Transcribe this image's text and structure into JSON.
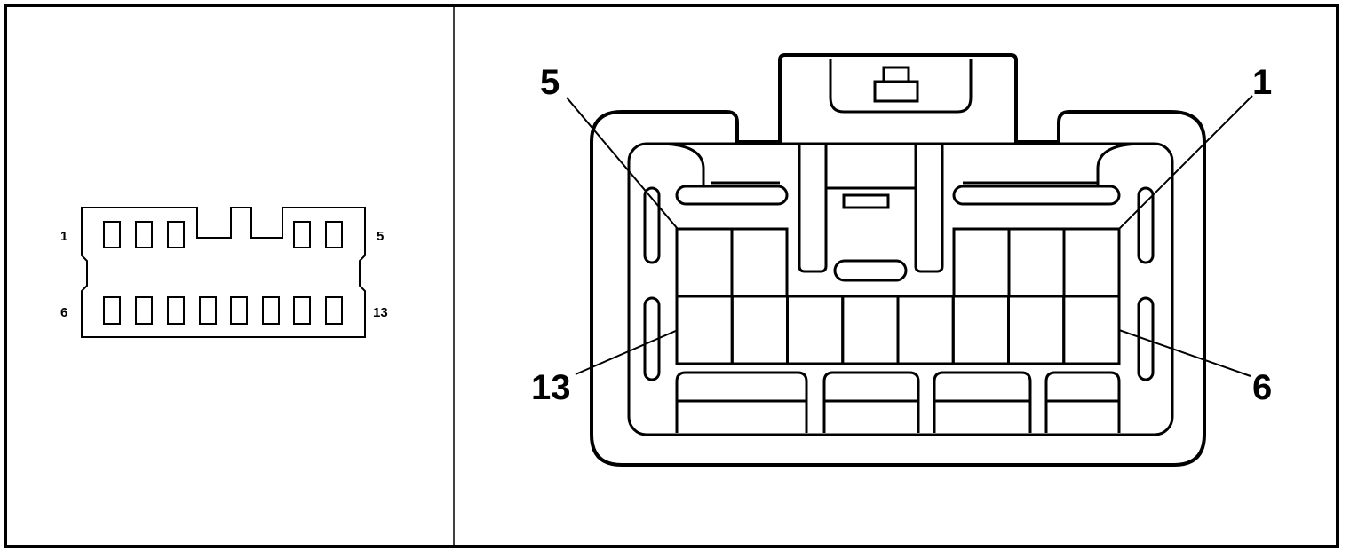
{
  "left_view": {
    "pin_labels": {
      "top_left": "1",
      "top_right": "5",
      "bottom_left": "6",
      "bottom_right": "13"
    },
    "top_row_cavities": 5,
    "bottom_row_cavities": 8
  },
  "right_view": {
    "callouts": {
      "top_left": "5",
      "top_right": "1",
      "bottom_left": "13",
      "bottom_right": "6"
    },
    "top_row_cavities": 5,
    "bottom_row_cavities": 8
  },
  "colors": {
    "line": "#000000",
    "background": "#ffffff"
  }
}
